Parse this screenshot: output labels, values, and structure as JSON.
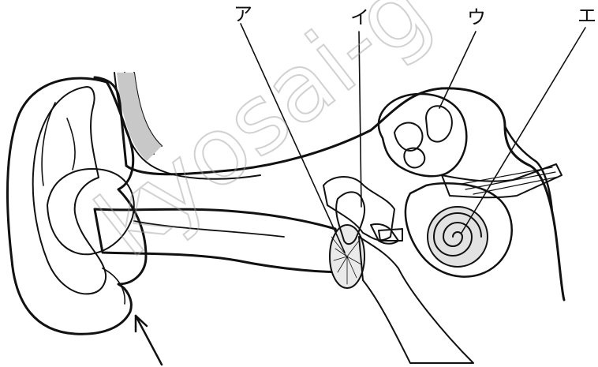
{
  "labels": {
    "a": "ア",
    "i": "イ",
    "u": "ウ",
    "e": "エ"
  },
  "watermark": "kyosai-g",
  "colors": {
    "ink": "#111111",
    "skin": "#f7f7f7",
    "mid_gray": "#c8c8c8",
    "light_gray": "#e2e2e2",
    "dark_gray": "#9c9c9c"
  }
}
